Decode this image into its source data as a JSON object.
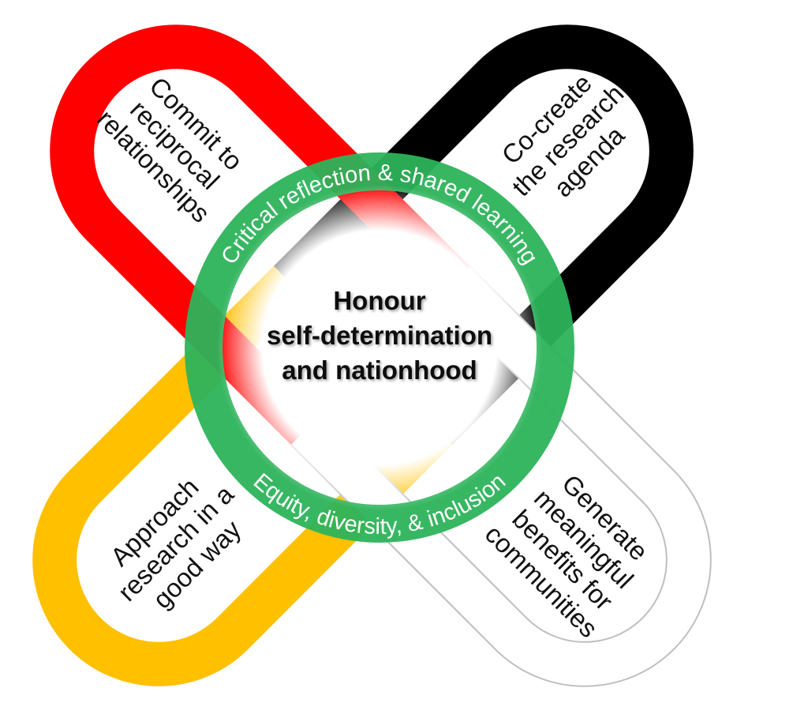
{
  "diagram": {
    "center": {
      "lines": [
        "Honour",
        "self-determination",
        "and nationhood"
      ]
    },
    "ring": {
      "top_text": "Critical reflection & shared learning",
      "bottom_text": "Equity, diversity, & inclusion",
      "color": "#2db35b"
    },
    "loops": {
      "top_left": {
        "lines": [
          "Commit to",
          "reciprocal",
          "relationships"
        ],
        "color": "#ff0000"
      },
      "top_right": {
        "lines": [
          "Co-create",
          "the research",
          "agenda"
        ],
        "color": "#000000"
      },
      "bottom_left": {
        "lines": [
          "Approach",
          "research in a",
          "good way"
        ],
        "color": "#ffc000"
      },
      "bottom_right": {
        "lines": [
          "Generate",
          "meaningful",
          "benefits for",
          "communities"
        ],
        "color": "#ffffff"
      }
    }
  }
}
